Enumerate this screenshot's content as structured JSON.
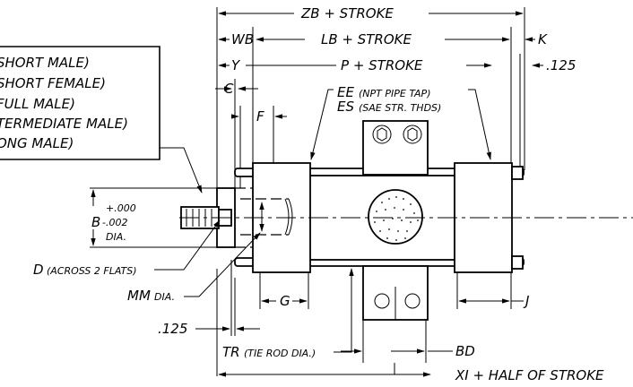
{
  "rod_end_options": [
    "SHORT MALE)",
    "SHORT FEMALE)",
    "FULL MALE)",
    "TERMEDIATE MALE)",
    "ONG MALE)"
  ],
  "dims": {
    "zb": "ZB + STROKE",
    "wb": "WB",
    "lb": "LB + STROKE",
    "k": "K",
    "y": "Y",
    "p": "P + STROKE",
    "k125": ".125",
    "c": "C",
    "f": "F",
    "ee_main": "EE",
    "ee_note": "(NPT PIPE TAP)",
    "es_main": "ES",
    "es_note": "(SAE STR. THDS)",
    "tol_plus": "+.000",
    "b": "B",
    "tol_minus": "-.002",
    "dia": "DIA.",
    "d_main": "D",
    "d_note": "(ACROSS 2 FLATS)",
    "mm_main": "MM",
    "mm_dia": "DIA.",
    "g": "G",
    "j": "J",
    "r125": ".125",
    "tr_main": "TR",
    "tr_note": "(TIE ROD DIA.)",
    "bd": "BD",
    "xi": "XI + HALF OF STROKE"
  }
}
